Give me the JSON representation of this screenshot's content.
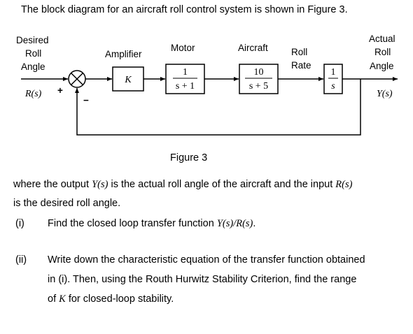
{
  "intro": "The block diagram for an aircraft roll control system is shown in Figure 3.",
  "diagram": {
    "input_label": [
      "Desired",
      "Roll",
      "Angle"
    ],
    "input_signal": "R(s)",
    "sum_plus": "+",
    "sum_minus": "−",
    "amplifier_label": "Amplifier",
    "amplifier_tf": "K",
    "motor_label": "Motor",
    "motor_tf_num": "1",
    "motor_tf_den": "s + 1",
    "aircraft_label": "Aircraft",
    "aircraft_tf_num": "10",
    "aircraft_tf_den": "s + 5",
    "rate_label": [
      "Roll",
      "Rate"
    ],
    "integrator_num": "1",
    "integrator_den": "s",
    "output_label": [
      "Actual",
      "Roll",
      "Angle"
    ],
    "output_signal": "Y(s)"
  },
  "figure_caption": "Figure 3",
  "description": {
    "part1": "where the output ",
    "y": "Y(s)",
    "part2": " is the actual roll angle of the aircraft and the input ",
    "r": "R(s)",
    "part3": "is the desired roll angle."
  },
  "questions": [
    {
      "num": "(i)",
      "text": "Find the closed loop transfer function ",
      "math": "Y(s)/R(s)",
      "tail": "."
    },
    {
      "num": "(ii)",
      "line1": "Write down the characteristic equation of the transfer function obtained",
      "line2": "in (i).  Then, using the Routh Hurwitz Stability Criterion, find the range",
      "line3a": "of ",
      "line3k": "K",
      "line3b": " for closed-loop stability."
    }
  ]
}
